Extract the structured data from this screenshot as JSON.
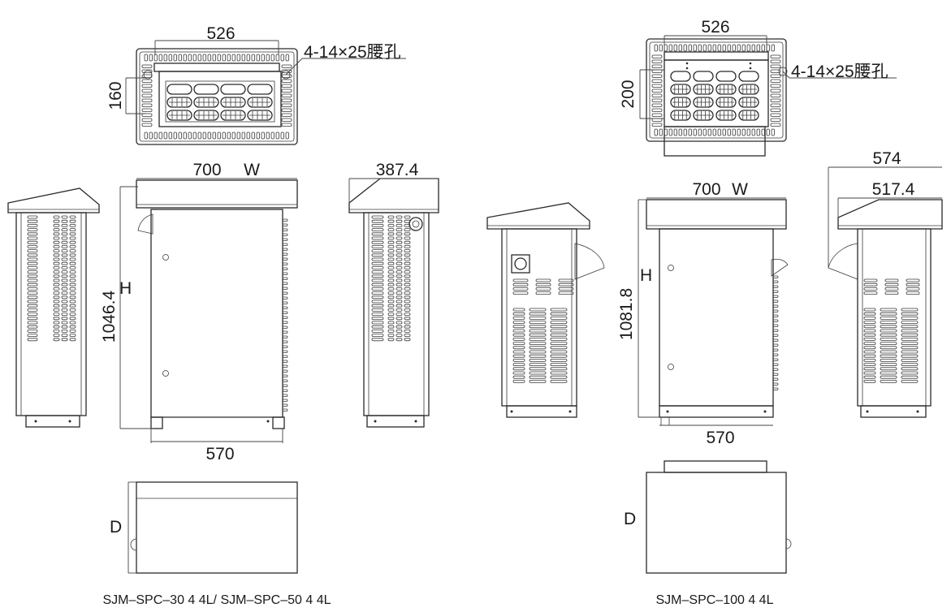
{
  "left_unit": {
    "top_view": {
      "width_dim": "526",
      "depth_dim": "160",
      "hole_note": "4-14×25腰孔"
    },
    "front_view": {
      "width_dim": "700",
      "width_letter": "W",
      "height_dim": "1046.4",
      "height_letter": "H",
      "base_dim": "570"
    },
    "side_view": {
      "depth_dim": "387.4"
    },
    "plan_view": {
      "depth_letter": "D"
    },
    "caption": "SJM–SPC–30 4 4L/ SJM–SPC–50 4 4L"
  },
  "right_unit": {
    "top_view": {
      "width_dim": "526",
      "depth_dim": "200",
      "hole_note": "4-14×25腰孔"
    },
    "front_view": {
      "width_dim": "700",
      "width_letter": "W",
      "height_dim": "1081.8",
      "height_letter": "H",
      "base_dim": "570"
    },
    "side_view": {
      "outer_depth_dim": "574",
      "inner_depth_dim": "517.4"
    },
    "plan_view": {
      "depth_letter": "D"
    },
    "caption": "SJM–SPC–100 4 4L"
  }
}
